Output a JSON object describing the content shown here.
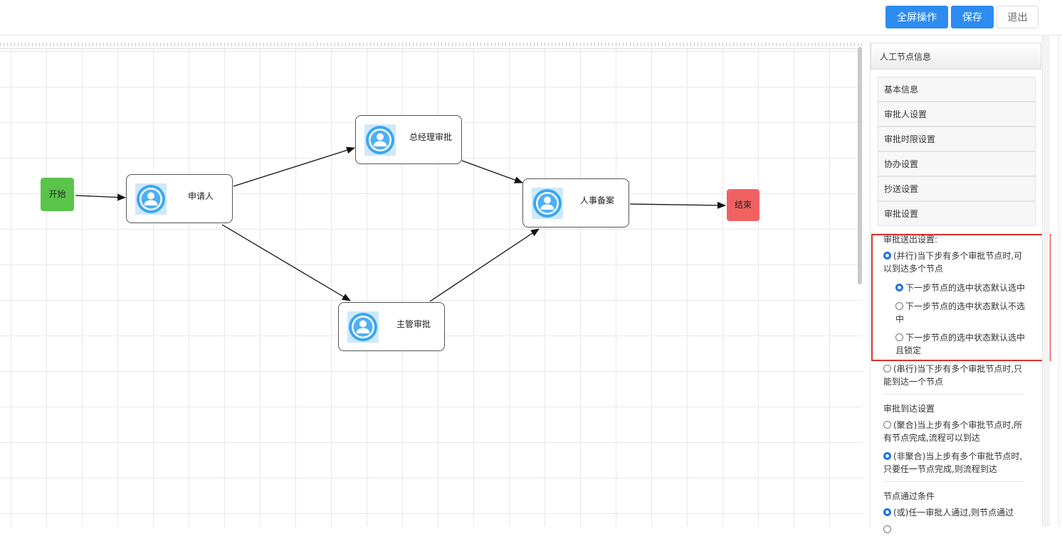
{
  "toolbar": {
    "fullscreen_label": "全屏操作",
    "save_label": "保存",
    "exit_label": "退出",
    "primary_color": "#2d8cf0"
  },
  "diagram": {
    "start_label": "开始",
    "end_label": "结束",
    "tasks": {
      "applicant": "申请人",
      "general_manager": "总经理审批",
      "supervisor": "主管审批",
      "hr_record": "人事备案"
    },
    "colors": {
      "start": "#5ac44a",
      "end": "#f06262"
    }
  },
  "panel": {
    "title": "人工节点信息",
    "sections": [
      "基本信息",
      "审批人设置",
      "审批时限设置",
      "协办设置",
      "抄送设置",
      "审批设置"
    ],
    "send_out": {
      "heading": "审批送出设置:",
      "parallel": {
        "checked": true,
        "line1": "(并行)当下步有多个审批节点时,可",
        "line2": "以到达多个节点"
      },
      "sub_default_checked": {
        "checked": true,
        "label": "下一步节点的选中状态默认选中"
      },
      "sub_default_unchecked": {
        "checked": false,
        "line1": "下一步节点的选中状态默认不选",
        "line2": "中"
      },
      "sub_checked_locked": {
        "checked": false,
        "line1": "下一步节点的选中状态默认选中",
        "line2": "且锁定"
      },
      "serial": {
        "checked": false,
        "line1": "(串行)当下步有多个审批节点时,只",
        "line2": "能到达一个节点"
      }
    },
    "arrival": {
      "heading": "审批到达设置",
      "join": {
        "checked": false,
        "line1": "(聚合)当上步有多个审批节点时,所",
        "line2": "有节点完成,流程可以到达"
      },
      "non_join": {
        "checked": true,
        "line1": "(非聚合)当上步有多个审批节点时,",
        "line2": "只要任一节点完成,则流程到达"
      }
    },
    "pass_condition": {
      "heading": "节点通过条件",
      "any": {
        "checked": true,
        "label": "(或)任一审批人通过,则节点通过"
      }
    }
  }
}
